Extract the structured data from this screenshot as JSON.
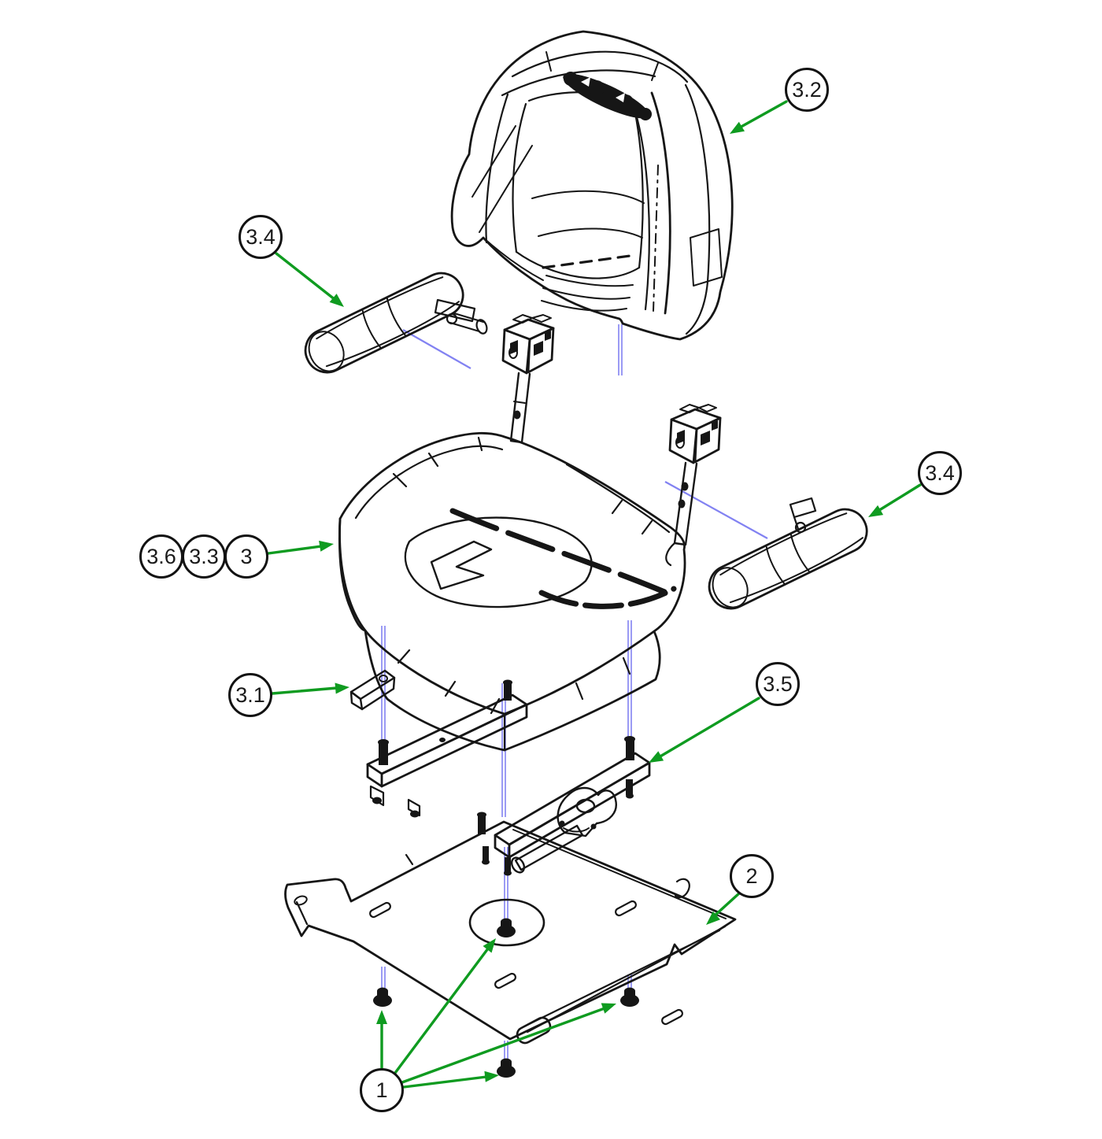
{
  "page": {
    "background": "#ffffff"
  },
  "colors": {
    "line": "#161616",
    "leader_green": "#0f9b20",
    "projection_blue": "#8282f2",
    "balloon_fill": "#ffffff",
    "balloon_stroke": "#121212",
    "balloon_text": "#1a1a1a"
  },
  "diagram": {
    "type": "exploded-parts-diagram",
    "subject": "seat-assembly",
    "balloons": [
      {
        "label": "3.2",
        "points_to": "backrest-cushion"
      },
      {
        "label": "3.4",
        "points_to": "armrest-left"
      },
      {
        "label": "3.4",
        "points_to": "armrest-right"
      },
      {
        "label": "3.6",
        "points_to": "seat-cushion-group"
      },
      {
        "label": "3.3",
        "points_to": "seat-cushion-group"
      },
      {
        "label": "3",
        "points_to": "seat-cushion"
      },
      {
        "label": "3.1",
        "points_to": "small-mounting-bracket"
      },
      {
        "label": "3.5",
        "points_to": "slide-rail-assembly"
      },
      {
        "label": "2",
        "points_to": "seat-base-plate"
      },
      {
        "label": "1",
        "points_to": "flange-nuts"
      }
    ]
  }
}
